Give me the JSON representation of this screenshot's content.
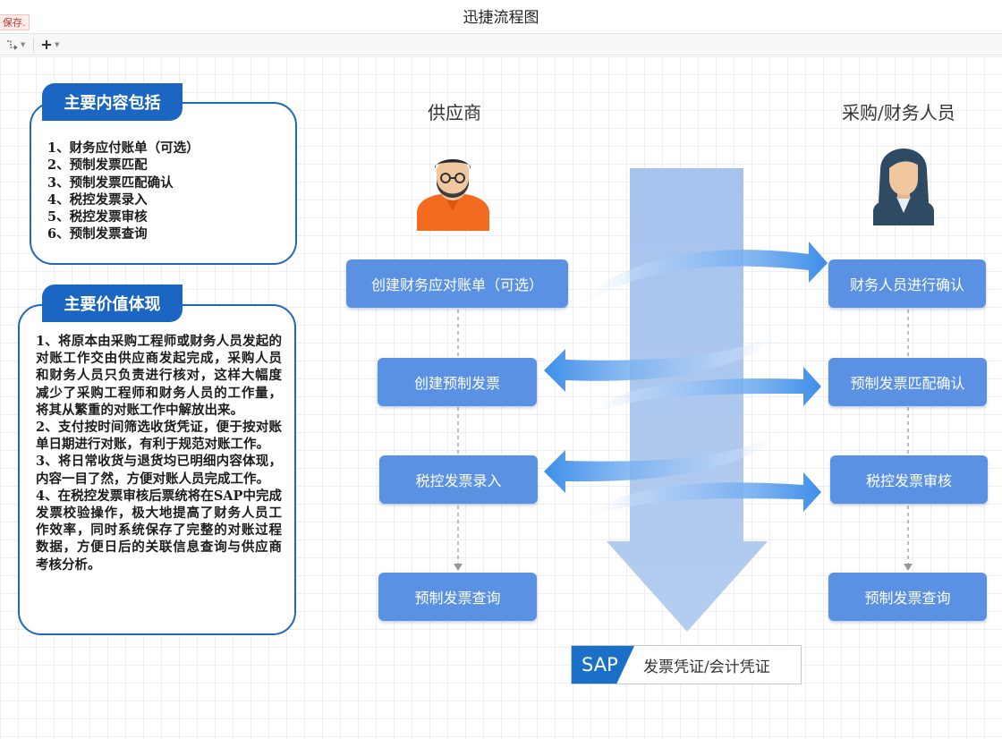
{
  "app": {
    "title": "迅捷流程图",
    "save_status": "保存."
  },
  "toolbar": {
    "tools": [
      {
        "icon": "connector-icon"
      },
      {
        "icon": "plus-icon"
      }
    ]
  },
  "panels": {
    "contents": {
      "title": "主要内容包括",
      "items": [
        "1、财务应付账单（可选）",
        "2、预制发票匹配",
        "3、预制发票匹配确认",
        "4、税控发票录入",
        "5、税控发票审核",
        "6、预制发票查询"
      ]
    },
    "value": {
      "title": "主要价值体现",
      "items": [
        "1、将原本由采购工程师或财务人员发起的对账工作交由供应商发起完成，采购人员和财务人员只负责进行核对，这样大幅度减少了采购工程师和财务人员的工作量，将其从繁重的对账工作中解放出来。",
        "2、支付按时间筛选收货凭证，便于按对账单日期进行对账，有利于规范对账工作。",
        "3、将日常收货与退货均已明细内容体现，内容一目了然，方便对账人员完成工作。",
        "4、在税控发票审核后票统将在SAP中完成发票校验操作，极大地提高了财务人员工作效率，同时系统保存了完整的对账过程数据，方便日后的关联信息查询与供应商考核分析。"
      ]
    }
  },
  "diagram": {
    "supplier_header": "供应商",
    "buyer_header": "采购/财务人员",
    "supplier_steps": [
      "创建财务应对账单（可选）",
      "创建预制发票",
      "税控发票录入",
      "预制发票查询"
    ],
    "buyer_steps": [
      "财务人员进行确认",
      "预制发票匹配确认",
      "税控发票审核",
      "预制发票查询"
    ],
    "avatars": {
      "supplier": "bearded-man-avatar-icon",
      "buyer": "woman-avatar-icon"
    },
    "colors": {
      "box": "#5b91e2",
      "panel_border": "#1f67b8",
      "panel_header": "#1a66c2",
      "big_arrow": "#a9c4ee",
      "sap_blue": "#1a6fc6"
    }
  },
  "sap": {
    "logo_text": "SAP",
    "label": "发票凭证/会计凭证"
  }
}
